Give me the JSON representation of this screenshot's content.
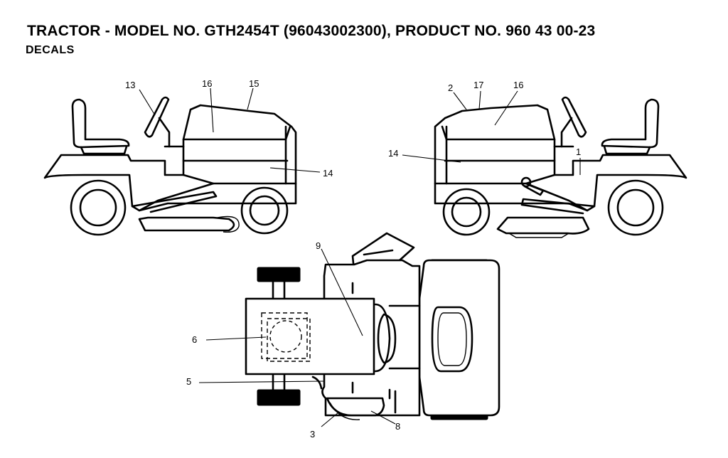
{
  "header": {
    "title": "TRACTOR - MODEL NO. GTH2454T (96043002300), PRODUCT NO. 960 43 00-23",
    "subtitle": "DECALS"
  },
  "callouts": {
    "c1": "1",
    "c2": "2",
    "c3": "3",
    "c5": "5",
    "c6": "6",
    "c8": "8",
    "c9": "9",
    "c13": "13",
    "c14_left": "14",
    "c14_right": "14",
    "c15": "15",
    "c16_left": "16",
    "c16_right": "16",
    "c17": "17"
  }
}
